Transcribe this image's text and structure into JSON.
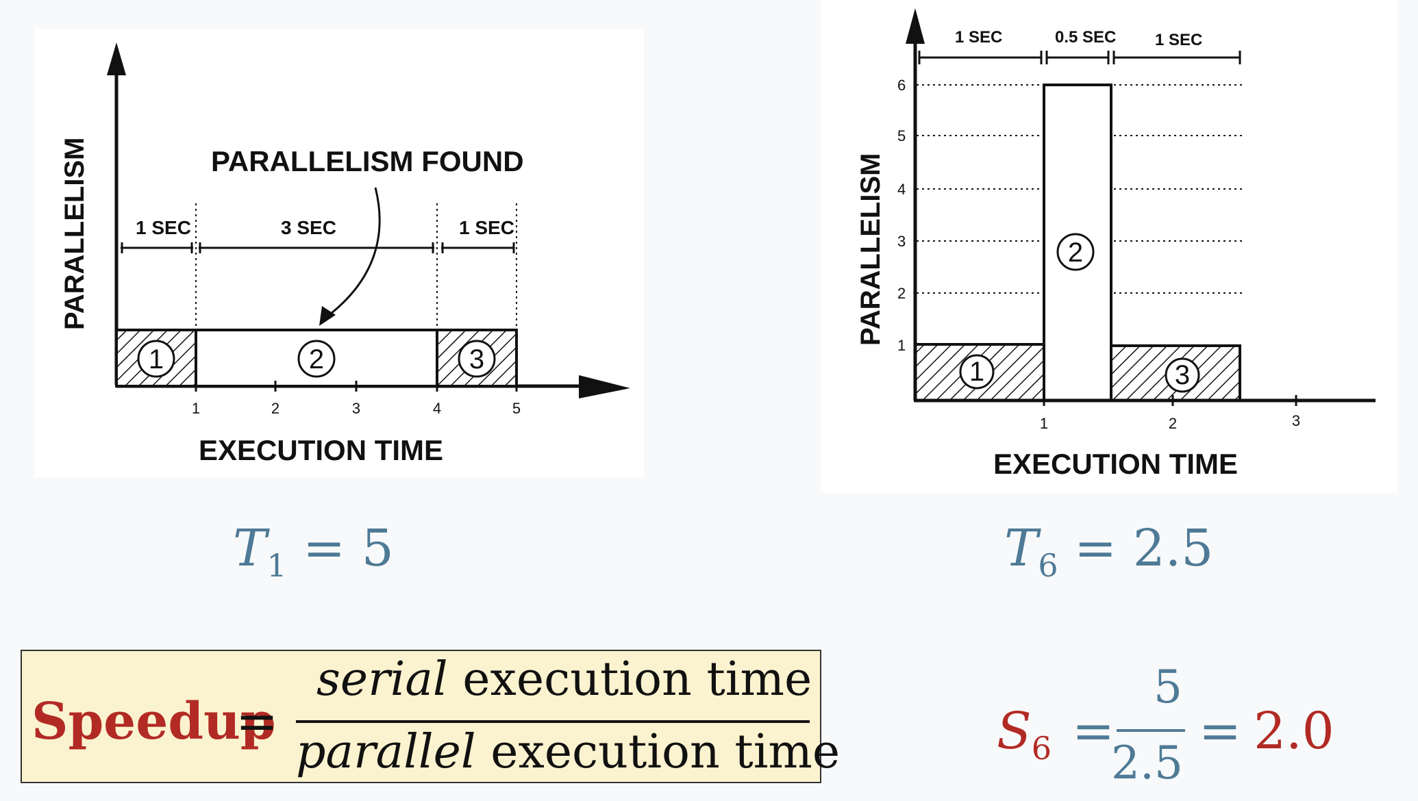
{
  "left_diagram": {
    "y_axis_label": "PARALLELISM",
    "x_axis_label": "EXECUTION TIME",
    "annotation": "PARALLELISM FOUND",
    "durations": [
      "1 SEC",
      "3 SEC",
      "1 SEC"
    ],
    "x_ticks": [
      "1",
      "2",
      "3",
      "4",
      "5"
    ],
    "segments": [
      "1",
      "2",
      "3"
    ]
  },
  "right_diagram": {
    "y_axis_label": "PARALLELISM",
    "x_axis_label": "EXECUTION TIME",
    "durations": [
      "1 SEC",
      "0.5 SEC",
      "1 SEC"
    ],
    "x_ticks": [
      "1",
      "2",
      "3"
    ],
    "y_ticks": [
      "1",
      "2",
      "3",
      "4",
      "5",
      "6"
    ],
    "segments": [
      "1",
      "2",
      "3"
    ]
  },
  "t1": {
    "symbol": "T",
    "sub": "1",
    "rest": " = 5"
  },
  "t6": {
    "symbol": "T",
    "sub": "6",
    "rest": " = 2.5"
  },
  "speedup": {
    "label": "Speedup",
    "equals": "=",
    "num_italic": "serial",
    "num_rest": " execution time",
    "den_italic": "parallel",
    "den_rest": " execution time"
  },
  "s6": {
    "symbol": "S",
    "sub": "6",
    "eq1": "=",
    "numerator": "5",
    "denominator": "2.5",
    "eq2": "=",
    "result": "2.0"
  },
  "colors": {
    "blue": "#4e7a96",
    "red": "#b22a24",
    "box": "#fbf3cf"
  }
}
